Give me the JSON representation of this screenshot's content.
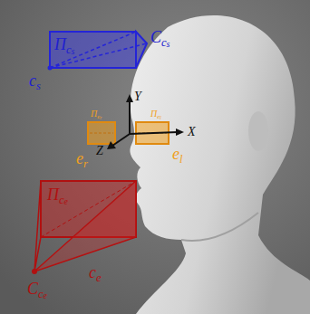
{
  "diagram": {
    "labels": [
      "Πcs",
      "Ccs",
      "cs",
      "Πer",
      "Πel",
      "Y",
      "X",
      "Z",
      "er",
      "el",
      "Πce",
      "Cce",
      "ce"
    ]
  }
}
